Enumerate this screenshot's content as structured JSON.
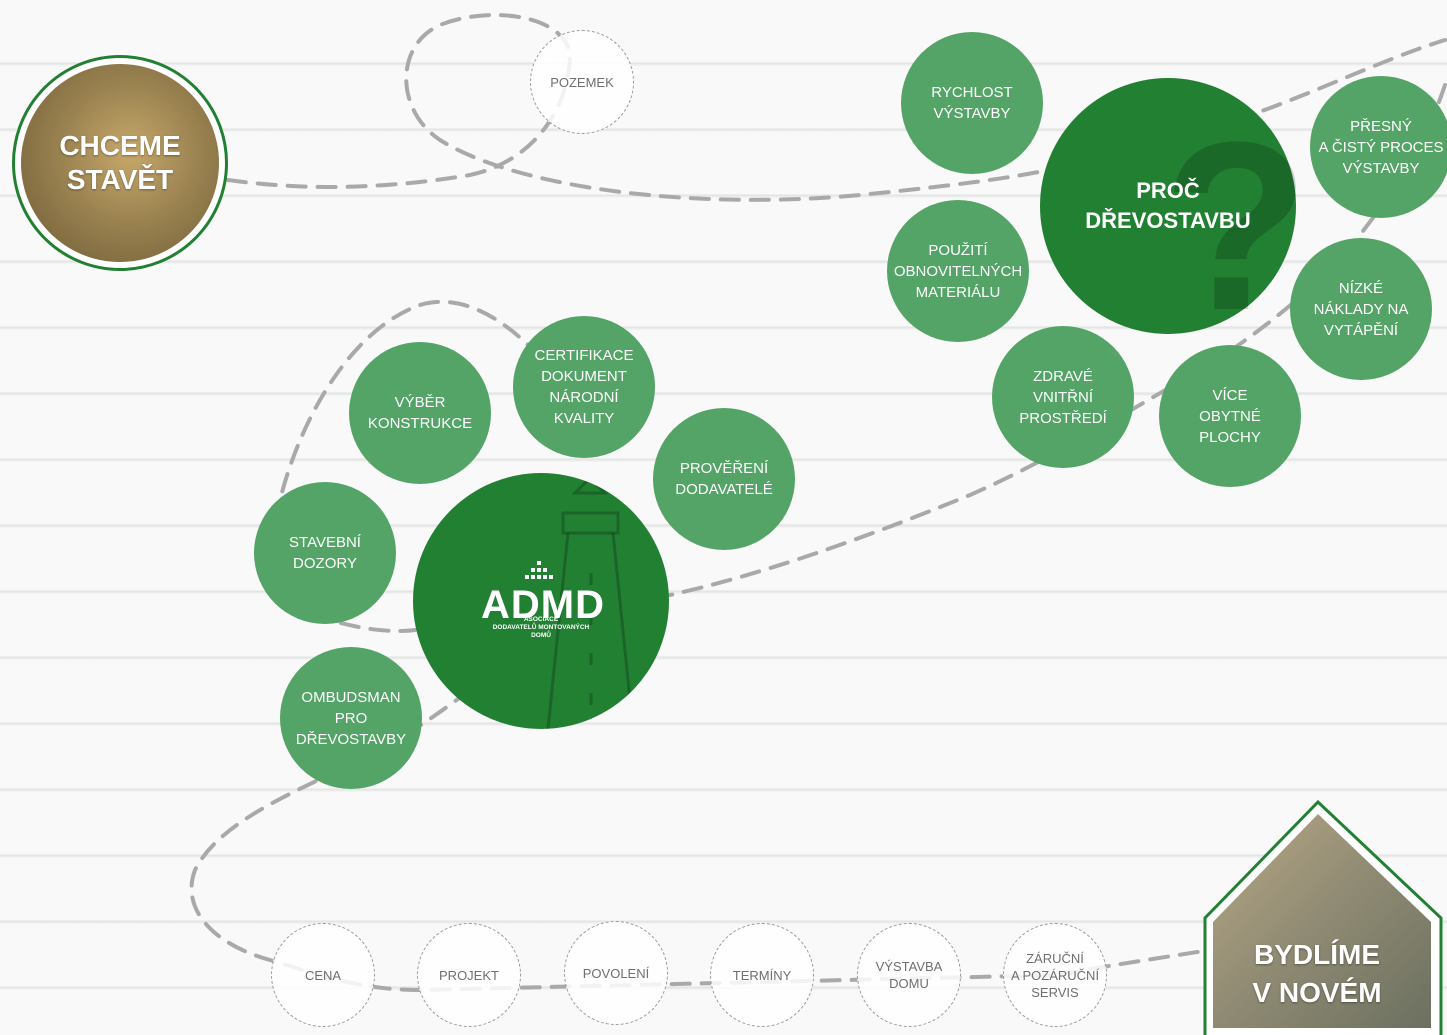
{
  "start": {
    "label": "CHCEME\nSTAVĚT"
  },
  "pozemek": {
    "label": "POZEMEK"
  },
  "why": {
    "title": "PROČ\nDŘEVOSTAVBU",
    "reasons": [
      "RYCHLOST\nVÝSTAVBY",
      "PŘESNÝ\nA ČISTÝ PROCES\nVÝSTAVBY",
      "POUŽITÍ\nOBNOVITELNÝCH\nMATERIÁLU",
      "NÍZKÉ\nNÁKLADY NA\nVYTÁPĚNÍ",
      "ZDRAVÉ\nVNITŘNÍ\nPROSTŘEDÍ",
      "VÍCE\nOBYTNÉ\nPLOCHY"
    ]
  },
  "admd": {
    "logo": "ADMD",
    "subtitle": "ASOCIACE\nDODAVATELŮ MONTOVANÝCH\nDOMŮ",
    "services": [
      "VÝBĚR\nKONSTRUKCE",
      "CERTIFIKACE\nDOKUMENT\nNÁRODNÍ\nKVALITY",
      "PROVĚŘENÍ\nDODAVATELÉ",
      "STAVEBNÍ\nDOZORY",
      "OMBUDSMAN\nPRO\nDŘEVOSTAVBY"
    ]
  },
  "steps": [
    "CENA",
    "PROJEKT",
    "POVOLENÍ",
    "TERMÍNY",
    "VÝSTAVBA\nDOMU",
    "ZÁRUČNÍ\nA POZÁRUČNÍ\nSERVIS"
  ],
  "end": {
    "label": "BYDLÍME\nV NOVÉM"
  },
  "colors": {
    "dark_green": "#228033",
    "mid_green": "#53a466",
    "dash": "#a9a9a9"
  }
}
